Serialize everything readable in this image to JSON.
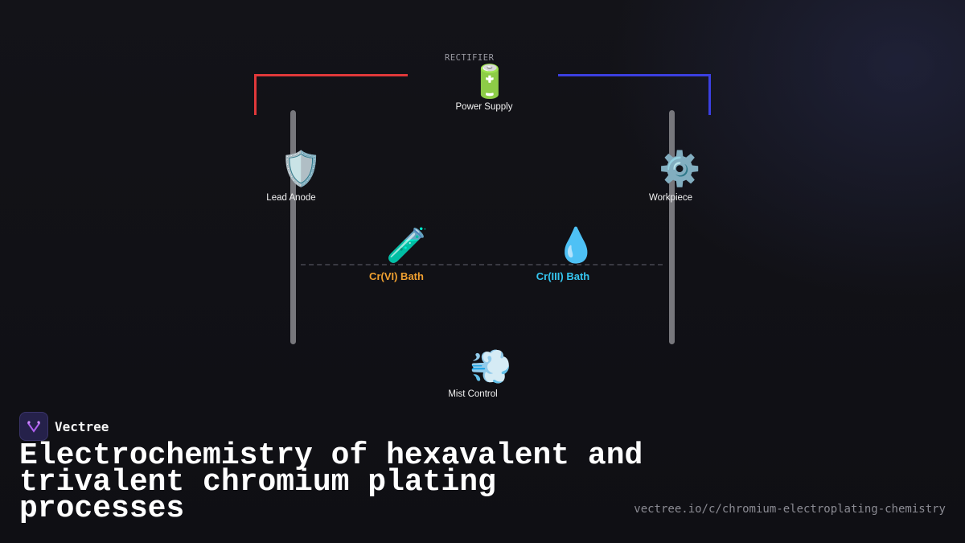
{
  "diagram": {
    "rectifier_caption": "RECTIFIER",
    "nodes": {
      "power_supply": {
        "icon": "🔋",
        "icon_name": "battery-icon",
        "label": "Power Supply"
      },
      "lead_anode": {
        "icon": "🛡️",
        "icon_name": "shield-icon",
        "label": "Lead Anode"
      },
      "workpiece": {
        "icon": "⚙️",
        "icon_name": "gear-icon",
        "label": "Workpiece"
      },
      "cr6_bath": {
        "icon": "🧪",
        "icon_name": "test-tube-icon",
        "label": "Cr(VI) Bath",
        "color": "#f0a030"
      },
      "cr3_bath": {
        "icon": "💧",
        "icon_name": "droplet-icon",
        "label": "Cr(III) Bath",
        "color": "#35c6f0"
      },
      "mist_control": {
        "icon": "💨",
        "icon_name": "wind-icon",
        "label": "Mist Control"
      }
    },
    "wire_colors": {
      "positive": "#e0383a",
      "negative": "#3b3fe0"
    }
  },
  "brand": {
    "name": "Vectree",
    "logo_icon": "vectree-logo-icon"
  },
  "title": "Electrochemistry of hexavalent and trivalent chromium plating processes",
  "url": "vectree.io/c/chromium-electroplating-chemistry"
}
